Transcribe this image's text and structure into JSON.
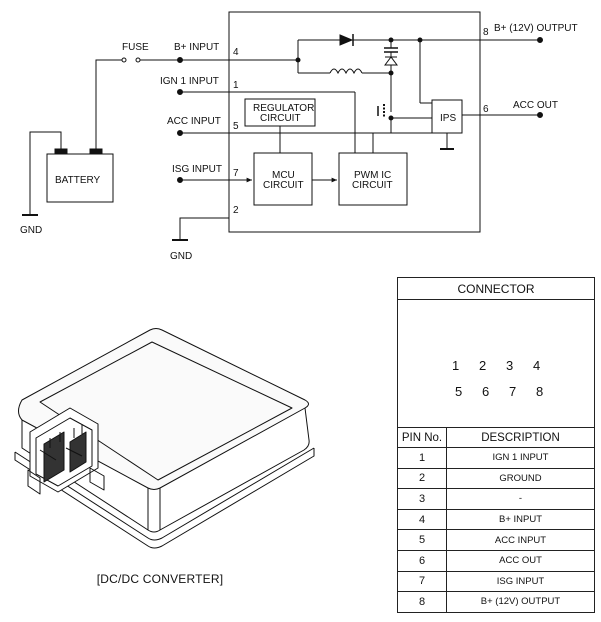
{
  "schematic": {
    "fuse": "FUSE",
    "b_input": "B+ INPUT",
    "ign_input": "IGN 1 INPUT",
    "acc_input": "ACC INPUT",
    "isg_input": "ISG INPUT",
    "battery": "BATTERY",
    "gnd_left": "GND",
    "gnd_bottom": "GND",
    "regulator_line1": "REGULATOR",
    "regulator_line2": "CIRCUIT",
    "mcu_line1": "MCU",
    "mcu_line2": "CIRCUIT",
    "pwm_line1": "PWM IC",
    "pwm_line2": "CIRCUIT",
    "ips": "IPS",
    "b_output": "B+ (12V) OUTPUT",
    "acc_out": "ACC OUT",
    "pin_b_input": "4",
    "pin_ign": "1",
    "pin_acc": "5",
    "pin_isg": "7",
    "pin_gnd": "2",
    "pin_b_output": "8",
    "pin_acc_out": "6"
  },
  "caption": "[DC/DC CONVERTER]",
  "connector": {
    "title": "CONNECTOR",
    "face_top": [
      "1",
      "2",
      "3",
      "4"
    ],
    "face_bottom": [
      "5",
      "6",
      "7",
      "8"
    ],
    "col_pin": "PIN No.",
    "col_desc": "DESCRIPTION",
    "rows": [
      {
        "pin": "1",
        "desc": "IGN 1 INPUT"
      },
      {
        "pin": "2",
        "desc": "GROUND"
      },
      {
        "pin": "3",
        "desc": "-"
      },
      {
        "pin": "4",
        "desc": "B+ INPUT"
      },
      {
        "pin": "5",
        "desc": "ACC INPUT"
      },
      {
        "pin": "6",
        "desc": "ACC OUT"
      },
      {
        "pin": "7",
        "desc": "ISG INPUT"
      },
      {
        "pin": "8",
        "desc": "B+ (12V) OUTPUT"
      }
    ]
  }
}
